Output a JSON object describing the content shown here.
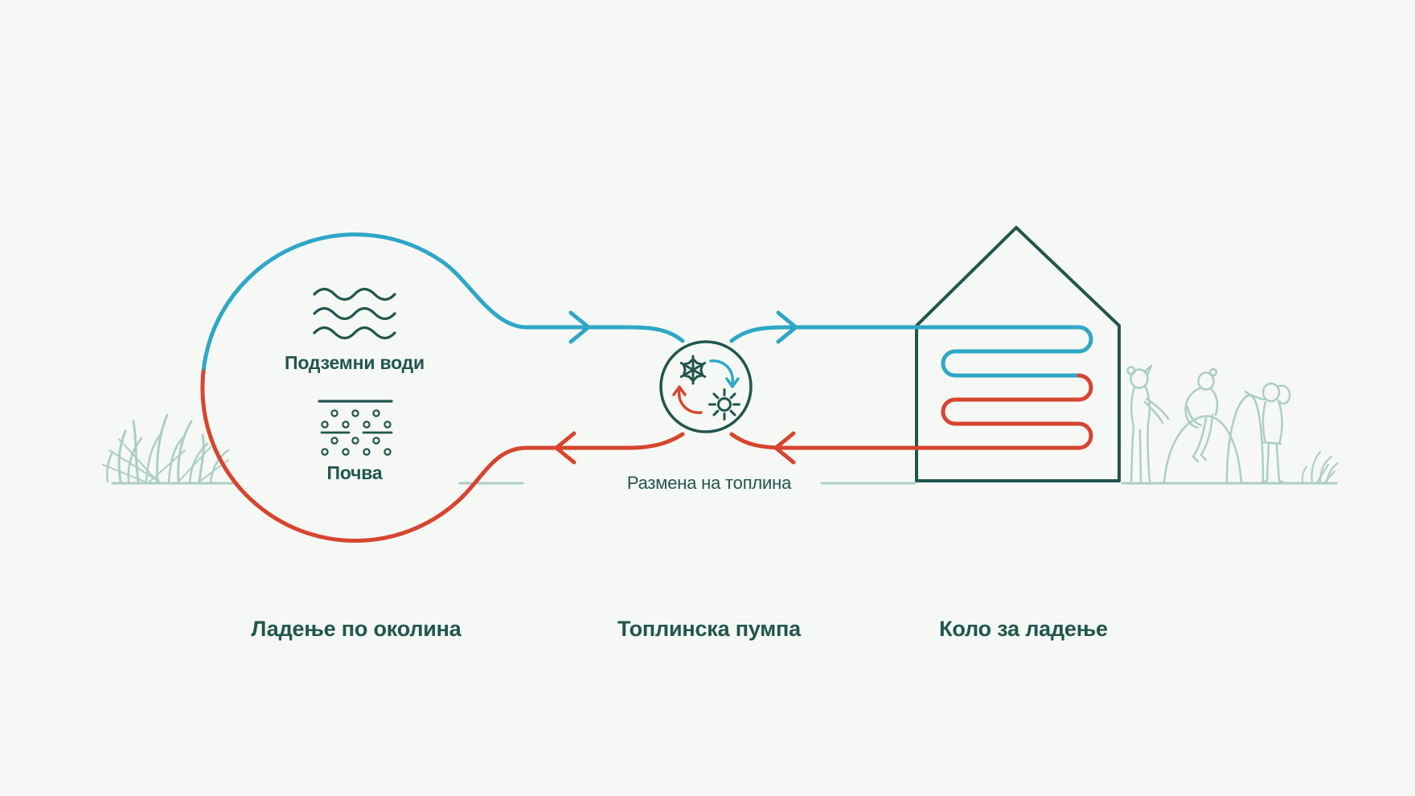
{
  "diagram": {
    "type": "heat-pump-cooling-cycle-infographic",
    "captions": {
      "source": "Ладење по околина",
      "pump": "Топлинска пумпа",
      "house": "Коло за ладење"
    },
    "labels": {
      "groundwater": "Подземни води",
      "soil": "Почва",
      "heat_exchange": "Размена на топлина"
    },
    "icons": {
      "environment": [
        "water-waves-icon",
        "soil-dots-icon"
      ],
      "pump": [
        "snowflake-icon",
        "sun-icon",
        "cycle-arrow-cold-icon",
        "cycle-arrow-warm-icon"
      ],
      "flow": [
        "arrow-right-icon",
        "arrow-left-icon"
      ],
      "decoration": [
        "grass-icon",
        "children-playing-silhouette",
        "house-icon"
      ]
    },
    "colors": {
      "background": "#f6f8f5",
      "cold_line_blue": "#2ea7c7",
      "warm_line_red": "#d7452f",
      "outline_dark_teal": "#20564e",
      "decoration_sage": "#abcfc0"
    }
  }
}
